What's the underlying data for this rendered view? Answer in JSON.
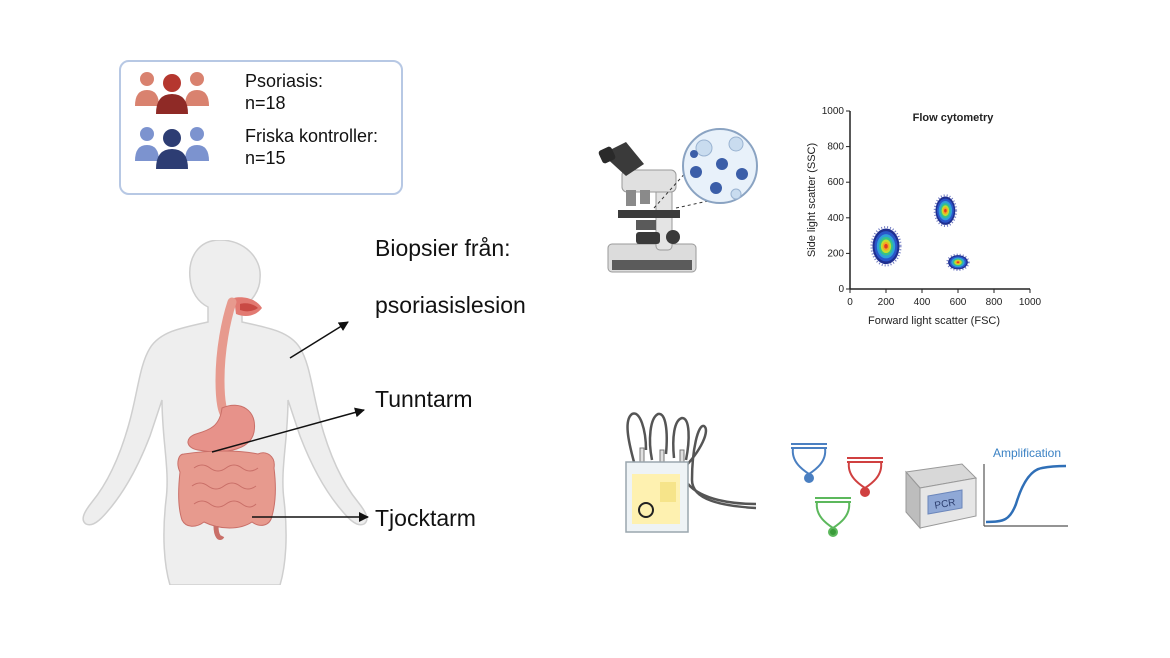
{
  "legend": {
    "groups": [
      {
        "name": "Psoriasis:",
        "count": "n=18",
        "color": "#b5372f",
        "light_color": "#d9826f"
      },
      {
        "name": "Friska kontroller:",
        "count": "n=15",
        "color": "#2d3d73",
        "light_color": "#7c93cf"
      }
    ]
  },
  "labels": {
    "biopsy_heading": "Biopsier från:",
    "site_skin": "psoriasislesion",
    "site_small_intestine": "Tunntarm",
    "site_large_intestine": "Tjocktarm"
  },
  "flow_plot": {
    "title": "Flow cytometry",
    "xlabel": "Forward light scatter (FSC)",
    "ylabel": "Side light scatter (SSC)",
    "x_ticks": [
      "0",
      "200",
      "400",
      "600",
      "800",
      "1000"
    ],
    "y_ticks": [
      "0",
      "200",
      "400",
      "600",
      "800",
      "1000"
    ],
    "xlim": [
      0,
      1000
    ],
    "ylim": [
      0,
      1000
    ]
  },
  "pcr_device_label": "PCR",
  "amplification_label": "Amplification",
  "chart_data": {
    "type": "scatter",
    "title": "Flow cytometry",
    "xlabel": "Forward light scatter (FSC)",
    "ylabel": "Side light scatter (SSC)",
    "xlim": [
      0,
      1000
    ],
    "ylim": [
      0,
      1000
    ],
    "x_ticks": [
      0,
      200,
      400,
      600,
      800,
      1000
    ],
    "y_ticks": [
      0,
      200,
      400,
      600,
      800,
      1000
    ],
    "clusters": [
      {
        "center_x": 200,
        "center_y": 240,
        "spread_x": 150,
        "spread_y": 200
      },
      {
        "center_x": 530,
        "center_y": 440,
        "spread_x": 110,
        "spread_y": 160
      },
      {
        "center_x": 600,
        "center_y": 150,
        "spread_x": 110,
        "spread_y": 80
      }
    ],
    "grid": false
  }
}
